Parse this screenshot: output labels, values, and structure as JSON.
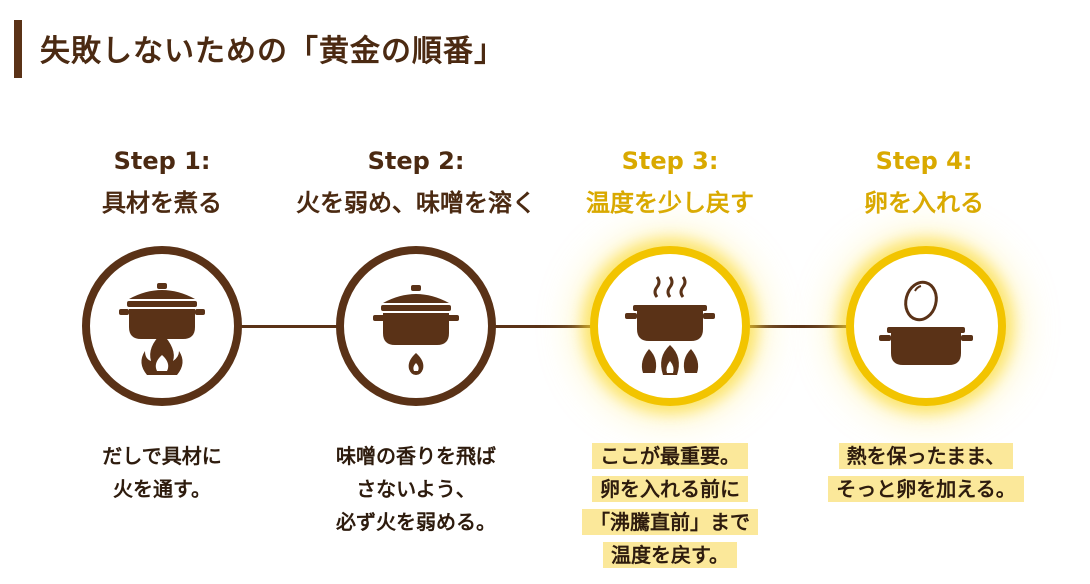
{
  "title": "失敗しないための「黄金の順番」",
  "colors": {
    "brown": "#5a3217",
    "accent_yellow": "#f2c400",
    "marker": "#fbe89a"
  },
  "steps": [
    {
      "number": "Step 1:",
      "name": "具材を煮る",
      "icon": "pot-on-fire-icon",
      "highlighted": false,
      "description": [
        "だしで具材に",
        "火を通す。"
      ]
    },
    {
      "number": "Step 2:",
      "name": "火を弱め、味噌を溶く",
      "icon": "pot-low-flame-icon",
      "highlighted": false,
      "description": [
        "味噌の香りを飛ば",
        "さないよう、",
        "必ず火を弱める。"
      ]
    },
    {
      "number": "Step 3:",
      "name": "温度を少し戻す",
      "icon": "steaming-pot-icon",
      "highlighted": true,
      "description": [
        "ここが最重要。",
        "卵を入れる前に",
        "「沸騰直前」まで",
        "温度を戻す。"
      ]
    },
    {
      "number": "Step 4:",
      "name": "卵を入れる",
      "icon": "egg-into-pot-icon",
      "highlighted": true,
      "description": [
        "熱を保ったまま、",
        "そっと卵を加える。"
      ]
    }
  ]
}
